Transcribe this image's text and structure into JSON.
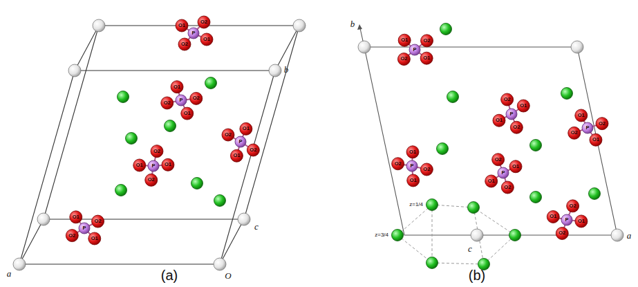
{
  "diagram": {
    "labels": [
      "P",
      "O1",
      "O2",
      "O2",
      "O1",
      "P",
      "O1",
      "O2",
      "O2",
      "O1",
      "P",
      "O1",
      "O2",
      "O2",
      "O1",
      "P",
      "O1",
      "O2",
      "O2",
      "O1",
      "P",
      "O1",
      "O2",
      "O2",
      "O1",
      "P",
      "O1",
      "O2",
      "O2",
      "O1",
      "P",
      "O1",
      "O2",
      "O2",
      "O1",
      "P",
      "O1",
      "O2",
      "O2",
      "O1",
      "P",
      "O1",
      "O2",
      "O2",
      "O1",
      "P",
      "O1",
      "O2",
      "O2",
      "O1",
      "P",
      "O1",
      "O2",
      "O2",
      "O1",
      "a",
      "O",
      "b",
      "c",
      "b",
      "a",
      "c",
      "z=1/4",
      "z=3/4",
      "(a)",
      "(b)"
    ]
  }
}
